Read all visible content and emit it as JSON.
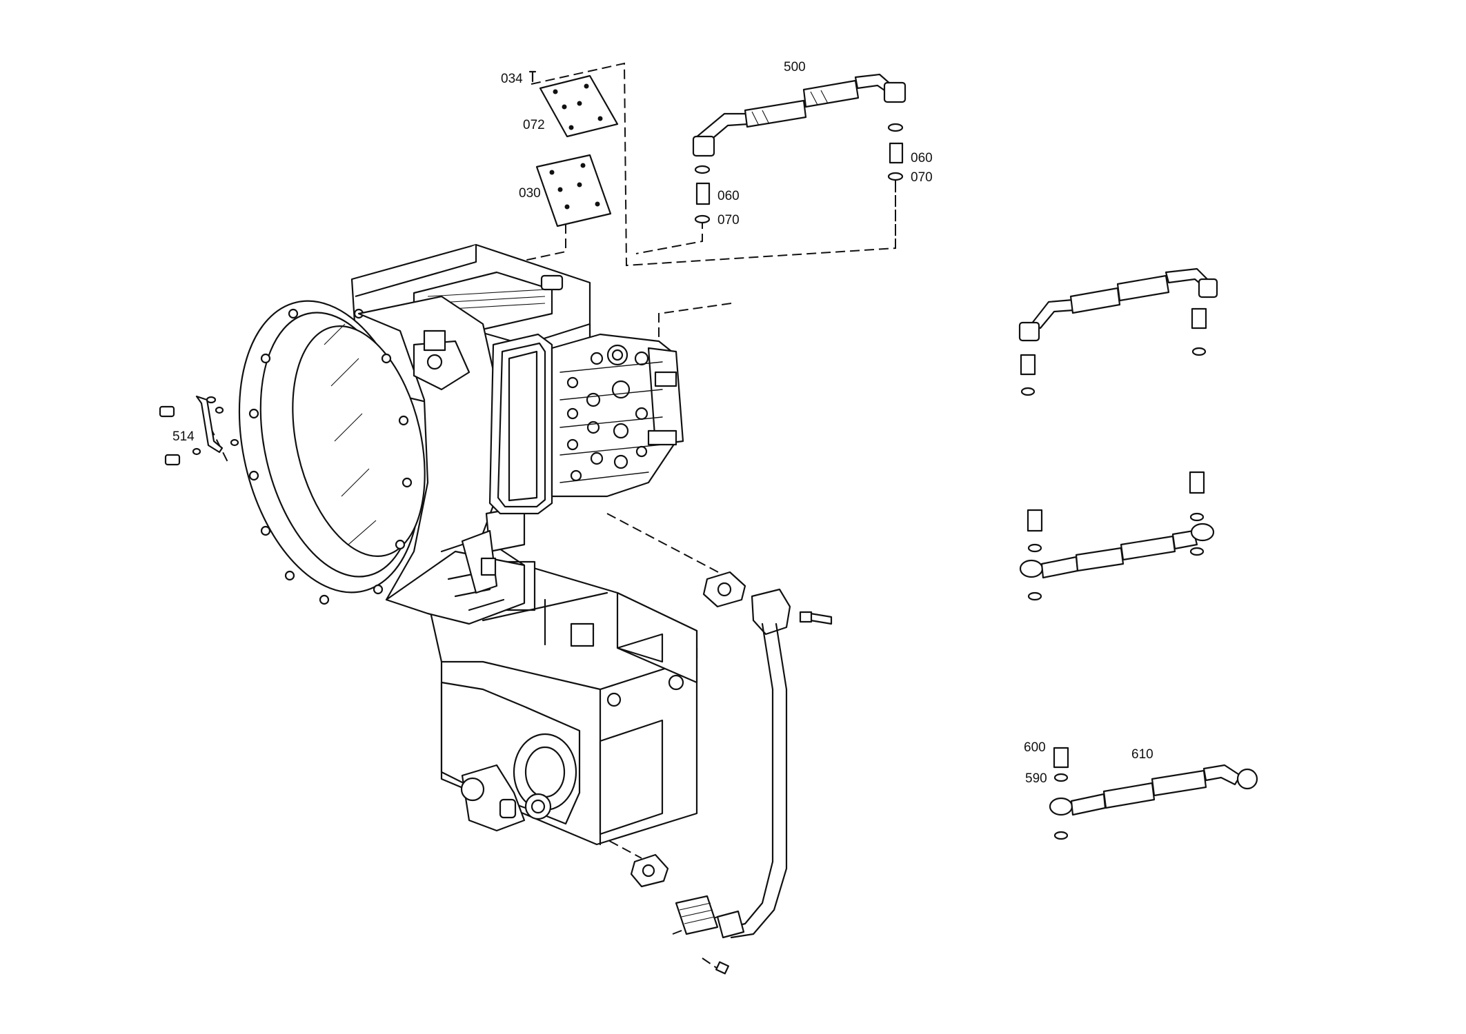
{
  "diagram": {
    "labels": {
      "p034": "034",
      "p072": "072",
      "p030": "030",
      "p500": "500",
      "p060a": "060",
      "p070a": "070",
      "p060b": "060",
      "p070b": "070",
      "p514": "514",
      "p600": "600",
      "p590": "590",
      "p610": "610"
    }
  }
}
